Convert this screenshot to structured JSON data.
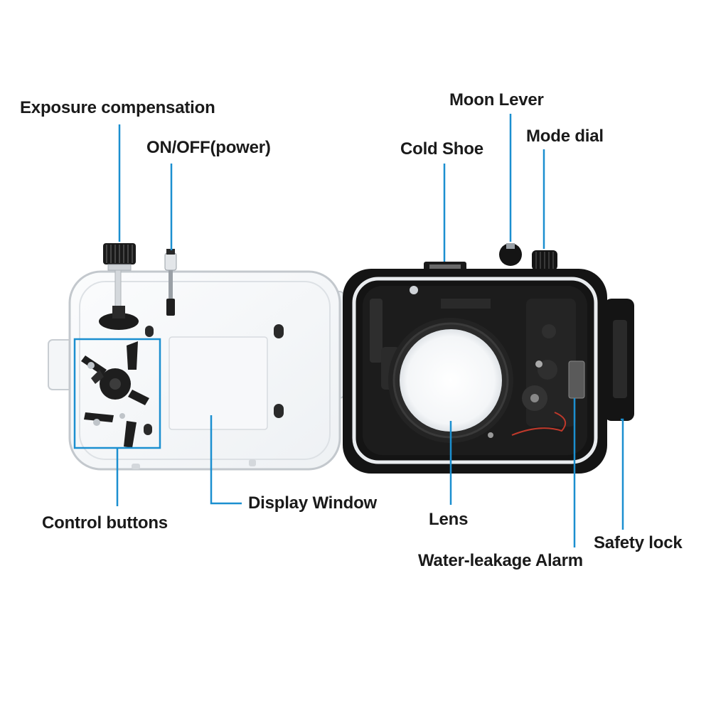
{
  "callouts": {
    "exposure_compensation": "Exposure compensation",
    "on_off_power": "ON/OFF(power)",
    "cold_shoe": "Cold Shoe",
    "moon_lever": "Moon Lever",
    "mode_dial": "Mode dial",
    "display_window": "Display Window",
    "control_buttons": "Control buttons",
    "lens": "Lens",
    "safety_lock": "Safety lock",
    "water_leakage_alarm": "Water-leakage Alarm"
  },
  "colors": {
    "leader_line": "#1b8fd0",
    "housing_back_clear": "#f3f5f7",
    "housing_front_black": "#141414",
    "text": "#1a1a1a"
  }
}
